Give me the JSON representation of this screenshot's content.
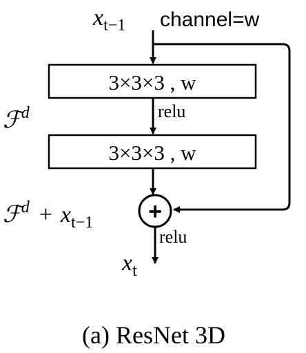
{
  "diagram": {
    "input_label": "x",
    "input_sub": "t−1",
    "channel_label": "channel=w",
    "conv1_label": "3×3×3 , w",
    "conv2_label": "3×3×3 , w",
    "relu1_label": "relu",
    "relu2_label": "relu",
    "residual_label_F": "ℱ",
    "residual_label_d": "d",
    "sum_label_F": "ℱ",
    "sum_label_d": "d",
    "sum_label_plus": "+",
    "sum_label_x": "x",
    "sum_label_sub": "t−1",
    "plus_symbol": "+",
    "output_label": "x",
    "output_sub": "t",
    "caption": "(a) ResNet 3D"
  },
  "colors": {
    "stroke": "#000000",
    "background": "#ffffff"
  }
}
